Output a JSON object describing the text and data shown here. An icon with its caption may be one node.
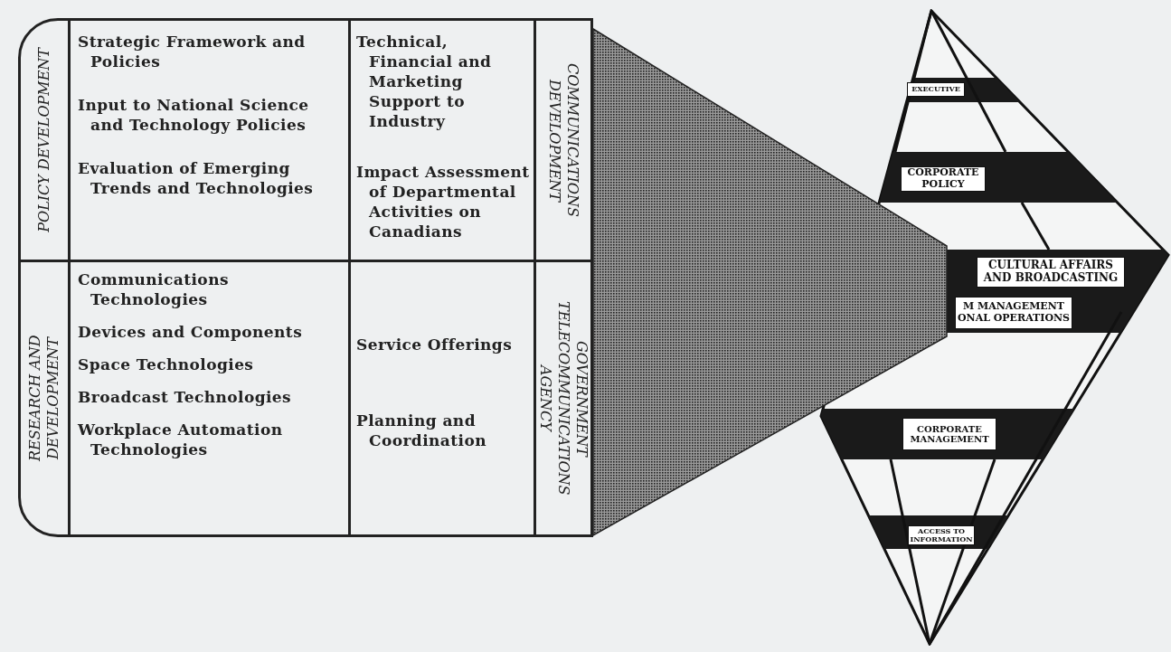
{
  "diagram": {
    "nodes": [
      {
        "text": [],
        "shape": "box"
      },
      {
        "text": [
          "POLICY DEVELOPMENT"
        ],
        "in": 0
      },
      {
        "text": [
          "Strategic Framework and Policies",
          "Input to National Science and Technology Policies",
          "Evaluation of Emerging Trends and Technologies"
        ],
        "in": 0
      },
      {
        "text": [
          "Technical, Financial and Marketing Support to Industry",
          "Impact Assessment of Departmental Activities on Canadians"
        ],
        "in": 0
      },
      {
        "text": [
          "COMMUNICATIONS DEVELOPMENT"
        ],
        "in": 0
      },
      {
        "text": [
          "RESEARCH AND DEVELOPMENT"
        ],
        "in": 0
      },
      {
        "text": [
          "Communications Technologies",
          "Devices and Components",
          "Space Technologies",
          "Broadcast Technologies",
          "Workplace Automation Technologies"
        ],
        "in": 0
      },
      {
        "text": [
          "Service Offerings",
          "Planning and Coordination"
        ],
        "in": 0
      },
      {
        "text": [
          "GOVERNMENT TELECOMMUNICATIONS AGENCY"
        ],
        "in": 0
      },
      {
        "text": [],
        "shape": "diamond"
      },
      {
        "text": [
          "EXECUTIVE"
        ],
        "in": 9
      },
      {
        "text": [
          "CORPORATE POLICY"
        ],
        "in": 9
      },
      {
        "text": [
          "CULTURAL AFFAIRS AND BROADCASTING"
        ],
        "in": 9
      },
      {
        "text": [
          "M MANAGEMENT ONAL OPERATIONS"
        ],
        "in": 9
      },
      {
        "text": [
          "CORPORATE MANAGEMENT"
        ],
        "in": 9
      },
      {
        "text": [
          "ACCESS TO INFORMATION"
        ],
        "in": 9
      },
      {
        "text": [],
        "shape": "trapezoid"
      }
    ]
  }
}
